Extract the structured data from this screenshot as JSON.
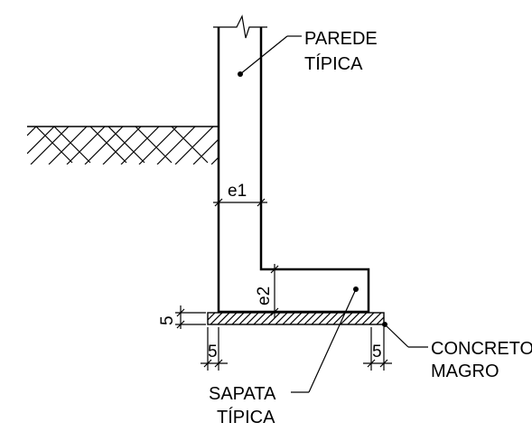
{
  "labels": {
    "wall_callout_line1": "PAREDE",
    "wall_callout_line2": "TÍPICA",
    "wall_thickness": "e1",
    "footing_thickness": "e2",
    "lean_concrete_thickness": "5",
    "left_offset": "5",
    "right_offset": "5",
    "lean_concrete_callout_line1": "CONCRETO",
    "lean_concrete_callout_line2": "MAGRO",
    "footing_callout_line1": "SAPATA",
    "footing_callout_line2": "TÍPICA"
  },
  "colors": {
    "line": "#000000",
    "background": "#ffffff"
  }
}
